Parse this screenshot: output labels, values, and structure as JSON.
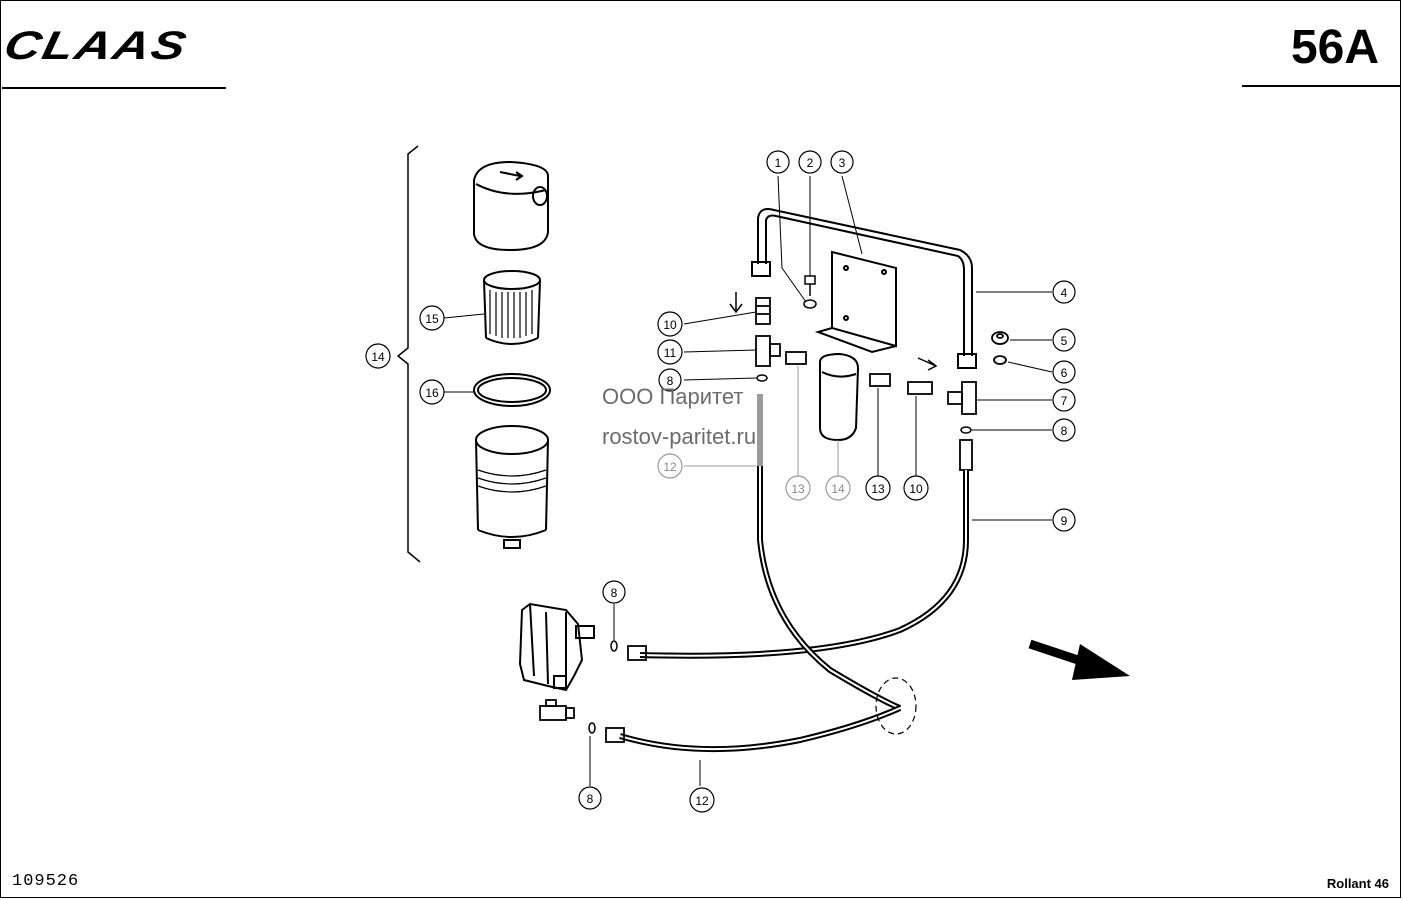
{
  "header": {
    "brand": "CLAAS",
    "page_code": "56A"
  },
  "footer": {
    "drawing_number": "109526",
    "model": "Rollant 46"
  },
  "watermark": {
    "line1": "ООО Паритет",
    "line2": "rostov-paritet.ru"
  },
  "callouts": [
    {
      "id": "c1",
      "label": "1"
    },
    {
      "id": "c2",
      "label": "2"
    },
    {
      "id": "c3",
      "label": "3"
    },
    {
      "id": "c4",
      "label": "4"
    },
    {
      "id": "c5",
      "label": "5"
    },
    {
      "id": "c6",
      "label": "6"
    },
    {
      "id": "c7",
      "label": "7"
    },
    {
      "id": "c8a",
      "label": "8"
    },
    {
      "id": "c9",
      "label": "9"
    },
    {
      "id": "c10a",
      "label": "10"
    },
    {
      "id": "c11",
      "label": "11"
    },
    {
      "id": "c8b",
      "label": "8"
    },
    {
      "id": "c12a",
      "label": "12"
    },
    {
      "id": "c13a",
      "label": "13"
    },
    {
      "id": "c14a",
      "label": "14"
    },
    {
      "id": "c13b",
      "label": "13"
    },
    {
      "id": "c10b",
      "label": "10"
    },
    {
      "id": "c14b",
      "label": "14"
    },
    {
      "id": "c15",
      "label": "15"
    },
    {
      "id": "c16",
      "label": "16"
    },
    {
      "id": "c8c",
      "label": "8"
    },
    {
      "id": "c8d",
      "label": "8"
    },
    {
      "id": "c12b",
      "label": "12"
    }
  ]
}
